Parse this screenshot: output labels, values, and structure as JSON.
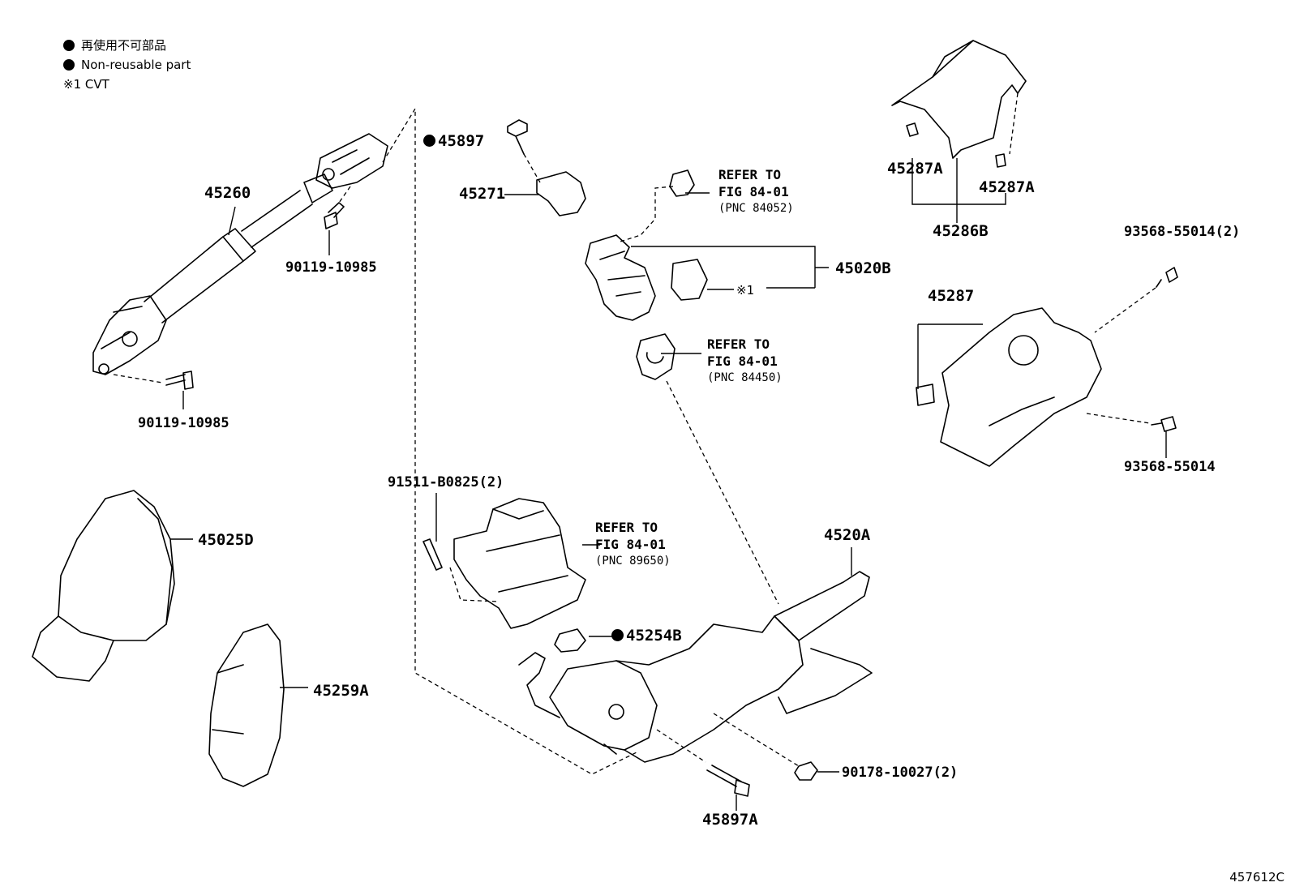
{
  "legend": {
    "line1": "再使用不可部品",
    "line2": "Non-reusable part",
    "line3": "※1 CVT"
  },
  "illustration_code": "457612C",
  "labels": {
    "p45260": "45260",
    "p90119_top": "90119-10985",
    "p90119_bottom": "90119-10985",
    "p45897": "45897",
    "p45271": "45271",
    "ref1_line1": "REFER TO",
    "ref1_line2": "FIG 84-01",
    "ref1_line3": "(PNC 84052)",
    "p45020B": "45020B",
    "note1": "※1",
    "ref2_line1": "REFER TO",
    "ref2_line2": "FIG 84-01",
    "ref2_line3": "(PNC 84450)",
    "p45287A_left": "45287A",
    "p45287A_right": "45287A",
    "p45286B": "45286B",
    "p93568_top": "93568-55014(2)",
    "p45287": "45287",
    "p93568_bottom": "93568-55014",
    "p91511": "91511-B0825(2)",
    "ref3_line1": "REFER TO",
    "ref3_line2": "FIG 84-01",
    "ref3_line3": "(PNC 89650)",
    "p45025D": "45025D",
    "p4520A": "4520A",
    "p45254B": "45254B",
    "p45259A": "45259A",
    "p90178": "90178-10027(2)",
    "p45897A": "45897A"
  }
}
